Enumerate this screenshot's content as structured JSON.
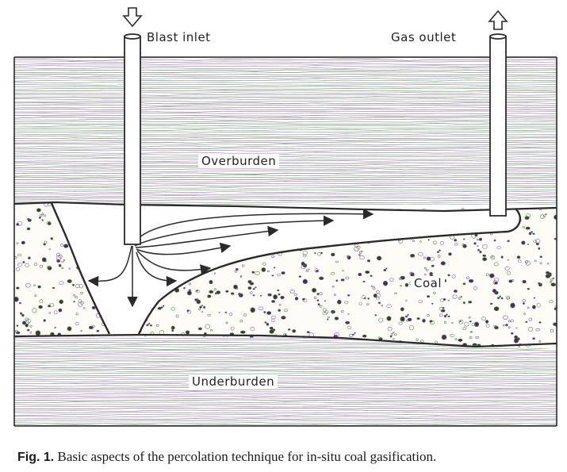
{
  "labels": {
    "blast_inlet": "Blast inlet",
    "gas_outlet": "Gas outlet",
    "overburden": "Overburden",
    "coal": "Coal",
    "underburden": "Underburden"
  },
  "caption": {
    "number": "Fig. 1.",
    "text": "Basic aspects of the percolation technique for in-situ coal gasification."
  },
  "colors": {
    "line": "#2a2a2a",
    "strata_green": "#4f8a52",
    "strata_purple": "#8a5ba8",
    "background": "#ffffff"
  }
}
